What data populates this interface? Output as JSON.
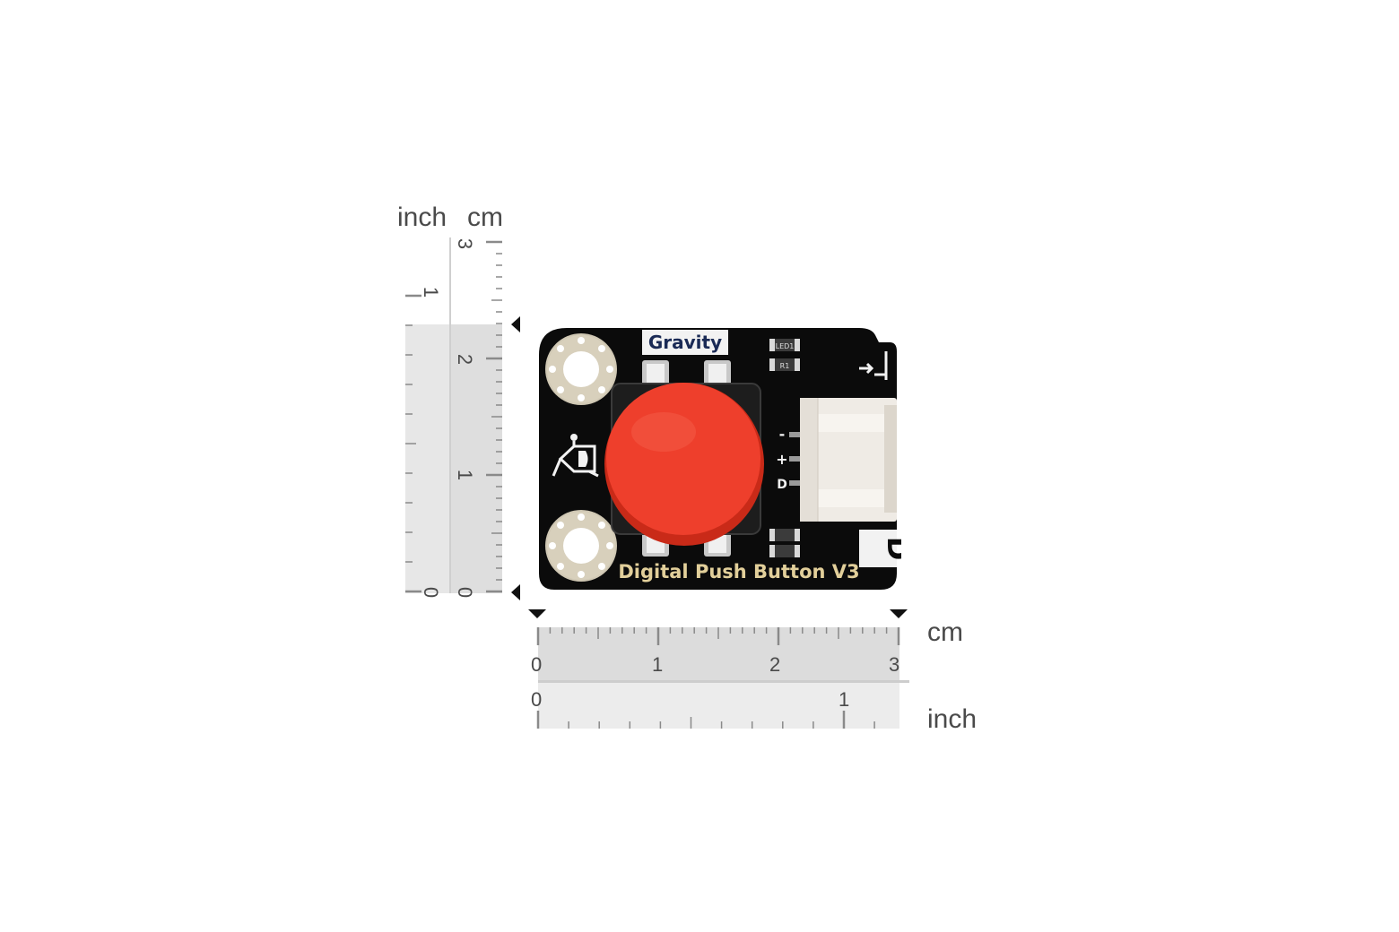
{
  "vertical_ruler": {
    "inch_label": "inch",
    "cm_label": "cm",
    "inch_marks": [
      "0",
      "1"
    ],
    "cm_marks": [
      "0",
      "1",
      "2",
      "3"
    ]
  },
  "horizontal_ruler": {
    "cm_label": "cm",
    "inch_label": "inch",
    "cm_marks": [
      "0",
      "1",
      "2",
      "3"
    ],
    "inch_marks": [
      "0",
      "1"
    ]
  },
  "board": {
    "brand_label": "Gravity",
    "product_label": "Digital Push Button V3",
    "signal_type_label": "D",
    "pin_labels": [
      "-",
      "+",
      "D"
    ],
    "component_labels": [
      "LED1",
      "R1"
    ],
    "colors": {
      "pcb": "#0b0b0b",
      "button_cap": "#e63320",
      "silkscreen": "#f2f2f2",
      "gold_text": "#e2cf9a",
      "pad": "#cfc7b3",
      "connector": "#eeeae4"
    }
  }
}
